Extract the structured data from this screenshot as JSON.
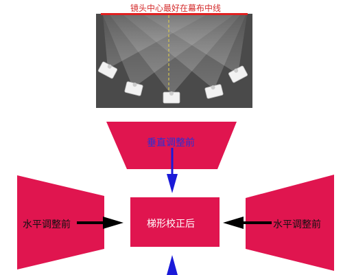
{
  "colors": {
    "panel_bg": "#4a4a4a",
    "screen_bar": "#e02020",
    "center_line": "#e8d44a",
    "shape_fill": "#e0154f",
    "arrow_black": "#000000",
    "arrow_blue": "#1a1ad8",
    "projector_body": "#f2f2f2"
  },
  "labels": {
    "title": "镜头中心最好在幕布中线",
    "vertical_before": "垂直调整前",
    "horizontal_before_left": "水平调整前",
    "corrected": "梯形校正后",
    "horizontal_before_right": "水平调整前"
  },
  "icons": {
    "projector": "projector-icon",
    "arrow_down": "arrow-down-icon",
    "arrow_up": "arrow-up-icon",
    "arrow_right": "arrow-right-icon",
    "arrow_left": "arrow-left-icon"
  }
}
